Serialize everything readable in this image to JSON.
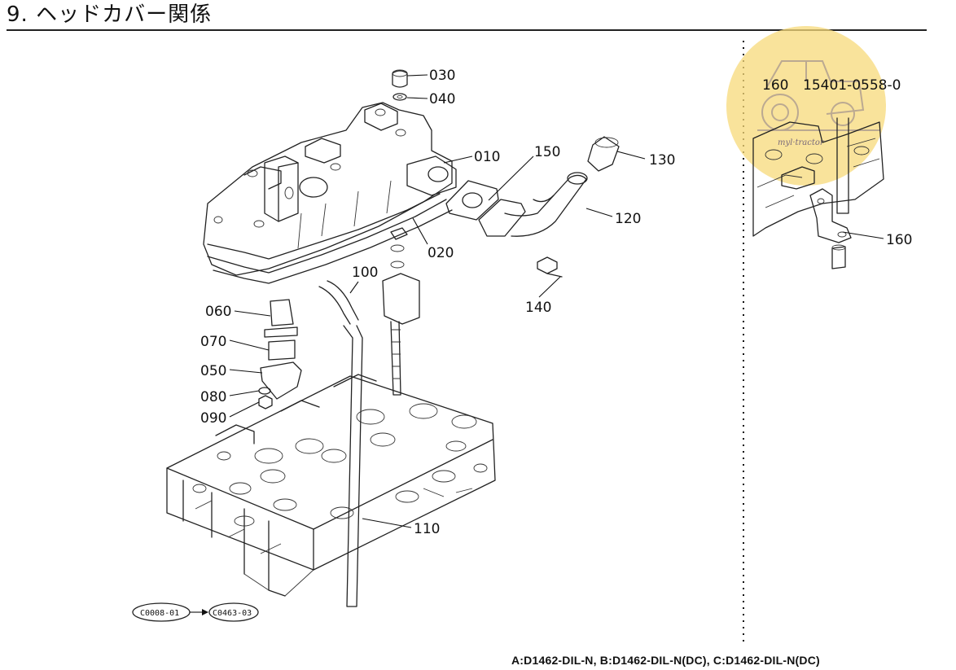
{
  "title": "9. ヘッドカバー関係",
  "footer": "A:D1462-DIL-N, B:D1462-DIL-N(DC), C:D1462-DIL-N(DC)",
  "part_labels": {
    "p010": "010",
    "p020": "020",
    "p030": "030",
    "p040": "040",
    "p050": "050",
    "p060": "060",
    "p070": "070",
    "p080": "080",
    "p090": "090",
    "p100": "100",
    "p110": "110",
    "p120": "120",
    "p130": "130",
    "p140": "140",
    "p150": "150",
    "p160": "160"
  },
  "inset": {
    "ref_index": "160",
    "ref_part_number": "15401-0558-0",
    "watermark_text": "myl·tractor"
  },
  "references": {
    "from": "C0008-01",
    "to": "C0463-03"
  },
  "colors": {
    "line": "#222222",
    "watermark": "#f7d97a"
  }
}
